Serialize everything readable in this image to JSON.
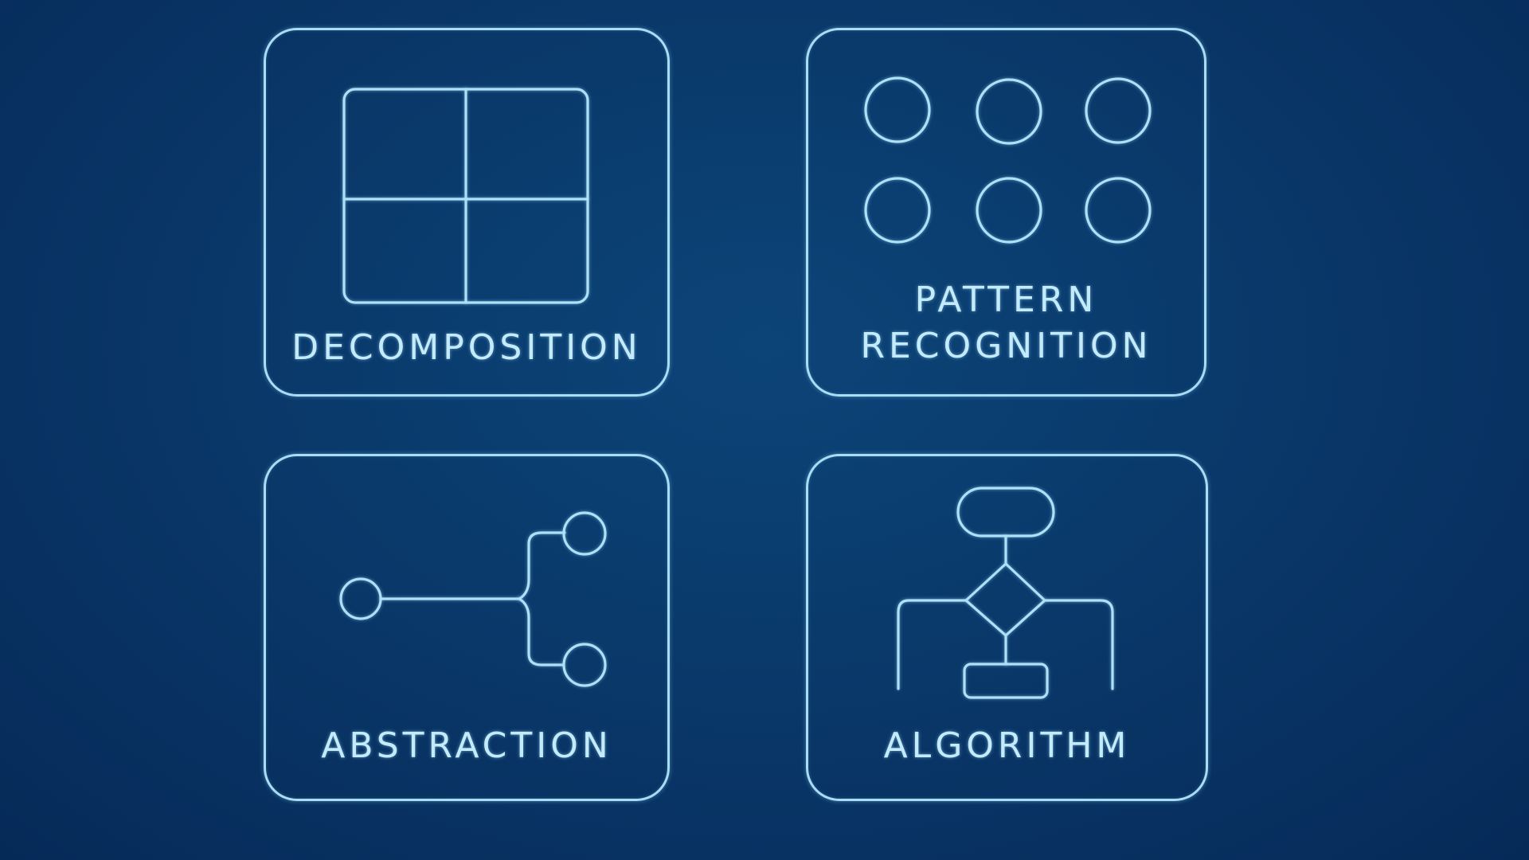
{
  "theme": {
    "background": "#0a3a6c",
    "line_color": "#aee0f7",
    "text_color": "#c4ebfb"
  },
  "cards": [
    {
      "id": "decomposition",
      "icon": "grid-quadrants-icon",
      "label": "DECOMPOSITION"
    },
    {
      "id": "pattern-recognition",
      "icon": "circle-pattern-icon",
      "label_line1": "PATTERN",
      "label_line2": "RECOGNITION"
    },
    {
      "id": "abstraction",
      "icon": "branching-nodes-icon",
      "label": "ABSTRACTION"
    },
    {
      "id": "algorithm",
      "icon": "flowchart-icon",
      "label": "ALGORITHM"
    }
  ]
}
